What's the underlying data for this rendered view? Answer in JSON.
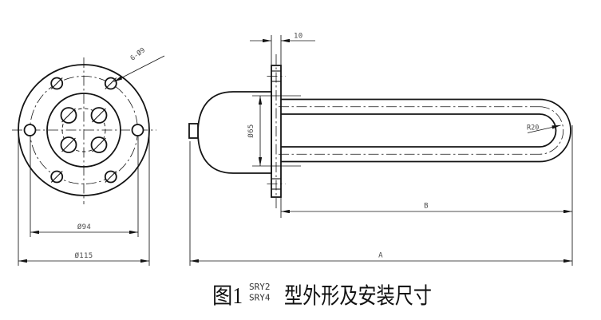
{
  "drawing": {
    "front_view": {
      "hole_callout": "6-Ø9",
      "bolt_circle_dia": "Ø94",
      "flange_outer_dia": "Ø115"
    },
    "side_view": {
      "flange_thickness": "10",
      "head_dia": "Ø65",
      "bend_radius": "R20",
      "immersed_length_label": "B",
      "overall_length_label": "A"
    }
  },
  "caption": {
    "figure_no": "图1",
    "model_top": "SRY2",
    "model_bottom": "SRY4",
    "title": "型外形及安装尺寸"
  },
  "colors": {
    "line": "#141414",
    "dim_text": "#4a4a4a",
    "background": "#ffffff"
  }
}
